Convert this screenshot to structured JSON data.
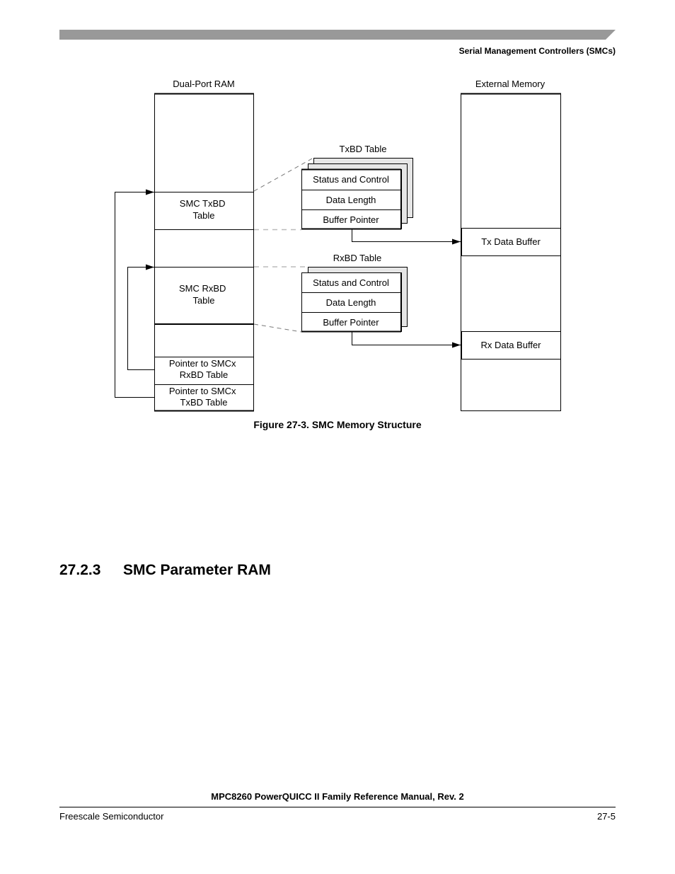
{
  "header": {
    "chapter_title": "Serial Management Controllers (SMCs)",
    "bar_color": "#999999"
  },
  "figure": {
    "caption": "Figure 27-3. SMC Memory Structure",
    "dual_port_ram": {
      "label": "Dual-Port RAM",
      "txbd_table": [
        "SMC TxBD",
        "Table"
      ],
      "rxbd_table": [
        "SMC RxBD",
        "Table"
      ],
      "ptr_rxbd": [
        "Pointer to SMCx",
        "RxBD Table"
      ],
      "ptr_txbd": [
        "Pointer to SMCx",
        "TxBD Table"
      ]
    },
    "txbd": {
      "label": "TxBD Table",
      "fields": [
        "Status and Control",
        "Data Length",
        "Buffer Pointer"
      ]
    },
    "rxbd": {
      "label": "RxBD Table",
      "fields": [
        "Status and Control",
        "Data Length",
        "Buffer Pointer"
      ]
    },
    "external_memory": {
      "label": "External Memory",
      "tx_buffer": "Tx Data Buffer",
      "rx_buffer": "Rx Data Buffer"
    },
    "colors": {
      "stack_fill": "#e6e6e6",
      "dash_dark": "#777777",
      "dash_light": "#bbbbbb"
    }
  },
  "section": {
    "number": "27.2.3",
    "title": "SMC Parameter RAM"
  },
  "footer": {
    "manual_title": "MPC8260 PowerQUICC II Family Reference Manual, Rev. 2",
    "company": "Freescale Semiconductor",
    "page": "27-5"
  }
}
